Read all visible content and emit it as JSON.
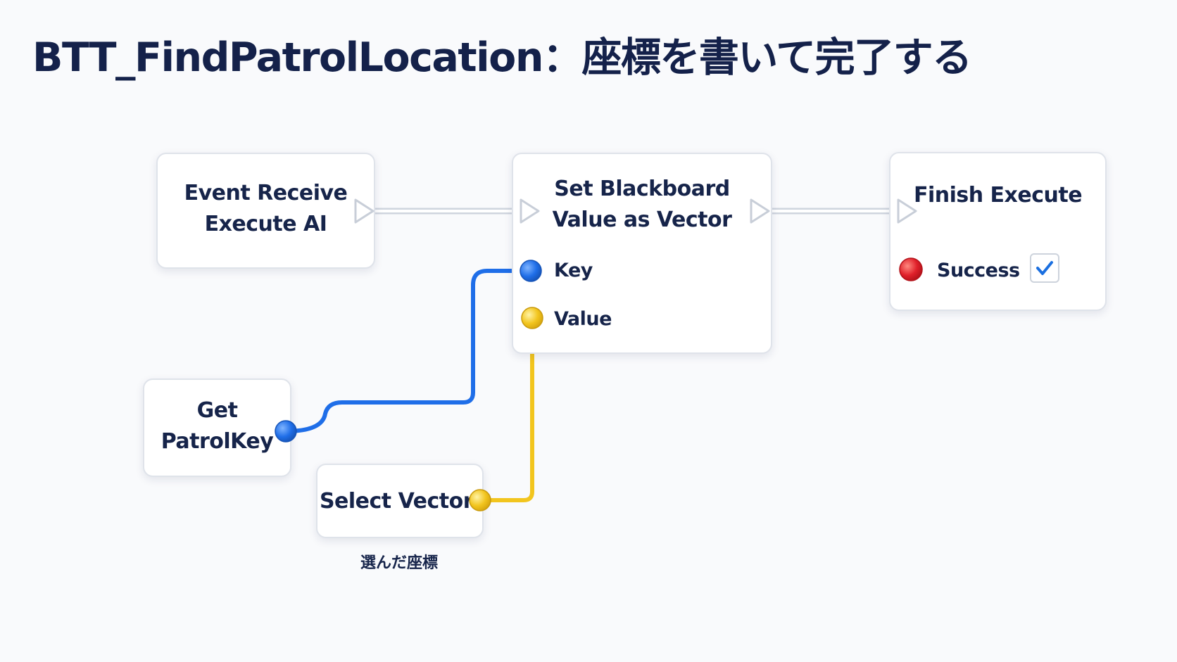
{
  "title": "BTT_FindPatrolLocation：座標を書いて完了する",
  "colors": {
    "key_wire": "#1f6ee8",
    "value_wire": "#f2c51e",
    "success_pin": "#e0202a",
    "check": "#1a6fe0"
  },
  "nodes": {
    "event_receive": {
      "title_line1": "Event Receive",
      "title_line2": "Execute AI"
    },
    "set_blackboard": {
      "title_line1": "Set Blackboard",
      "title_line2": "Value as Vector",
      "pin_key": "Key",
      "pin_value": "Value"
    },
    "finish_execute": {
      "title": "Finish Execute",
      "pin_success": "Success",
      "success_checked": true
    },
    "get_patrol_key": {
      "title_line1": "Get",
      "title_line2": "PatrolKey"
    },
    "select_vector": {
      "title": "Select Vector",
      "caption": "選んだ座標"
    }
  }
}
